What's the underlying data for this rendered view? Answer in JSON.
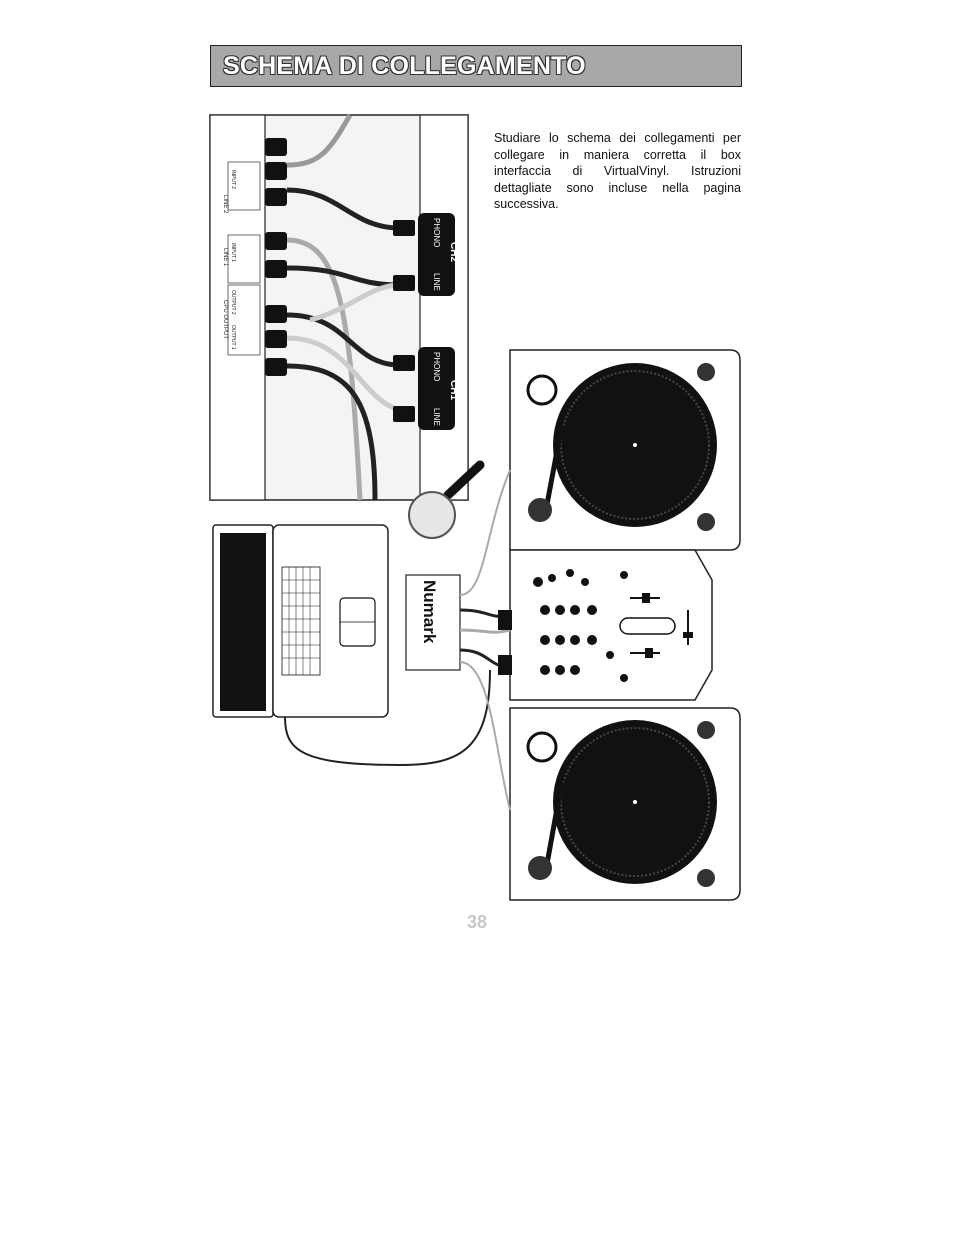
{
  "header": {
    "title": "SCHEMA DI COLLEGAMENTO"
  },
  "intro": {
    "text": "Studiare lo schema dei collegamenti per collegare in maniera corretta il box interfaccia di VirtualVinyl. Istruzioni dettagliate sono incluse nella pagina successiva."
  },
  "diagram": {
    "mixer_labels": {
      "ch2": "CH2",
      "ch1": "CH1",
      "phono": "PHONO",
      "line": "LINE"
    },
    "box_labels": {
      "line2": "LINE 2",
      "line1": "LINE 1",
      "cpu_output": "CPU OUTPUT",
      "input2": "INPUT 2",
      "input1": "INPUT 1",
      "output2": "OUTPUT 2",
      "output1": "OUTPUT 1"
    },
    "brand": "Numark"
  },
  "footer": {
    "page_number": "38"
  }
}
